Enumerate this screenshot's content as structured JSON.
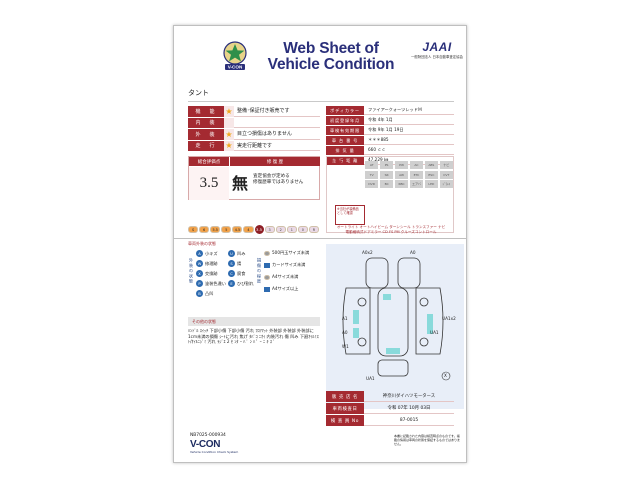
{
  "header": {
    "title_line1": "Web Sheet of",
    "title_line2": "Vehicle Condition",
    "logo_text": "V-CON",
    "org_mark": "JAAI",
    "org_sub": "一般財団法人 日本自動車査定協会"
  },
  "car_name": "タント",
  "left_rows": [
    {
      "key": "機　能",
      "value": "整備･保証付き販売です"
    },
    {
      "key": "内　装",
      "value": ""
    },
    {
      "key": "外　装",
      "value": "目立つ損傷はありません"
    },
    {
      "key": "走　行",
      "value": "実走行距離です"
    }
  ],
  "right_rows": [
    {
      "key": "ボディカラー",
      "value": "ファイアークォーツレッドＭ"
    },
    {
      "key": "初度登録年月",
      "value": "令和 4年 1月"
    },
    {
      "key": "車検有効期限",
      "value": "令和 9年 1月 19日"
    },
    {
      "key": "車 台 番 号",
      "value": "＊＊＊885"
    },
    {
      "key": "排 気 量",
      "value": "660 ｃｃ"
    },
    {
      "key": "走 行 距 離",
      "value": "47,229 ㎞"
    }
  ],
  "score": {
    "header_left": "総合評価点",
    "header_right": "修 復 歴",
    "value": "3.5",
    "repair_mark": "無",
    "repair_note_1": "査定協会が定める",
    "repair_note_2": "修復歴車ではありません"
  },
  "grades": [
    "S",
    "6",
    "5.5",
    "5",
    "4.5",
    "4",
    "3.5",
    "3",
    "2",
    "1",
    "0",
    "R"
  ],
  "grade_selected": "3.5",
  "equipment": {
    "header": "装 備 品",
    "items": [
      "AT",
      "PS",
      "PW",
      "AC",
      "ABS",
      "ナビ",
      "TV",
      "SR",
      "AW",
      "ETC",
      "ESC",
      "CVT",
      "DVD",
      "BC",
      "RBC",
      "エアバ",
      "LED",
      "ﾄﾞﾗﾚｺ"
    ],
    "box_text_1": "※当社が装備品",
    "box_text_2": "として確認",
    "line1": "オートライト オートハイビーム ターンシール トランスファー ナビ",
    "line2": "電動格納式ドアミラー CD FS PM クルーズコントロール"
  },
  "state_header": "車両外装の状態",
  "legend": {
    "side_left": "外装の状態",
    "side_right": "損傷の程度",
    "items": [
      {
        "code": "A",
        "label": "小キズ"
      },
      {
        "code": "U",
        "label": "凹み"
      },
      {
        "code": "W",
        "label": "修理跡"
      },
      {
        "code": "S",
        "label": "錆"
      },
      {
        "code": "X",
        "label": "交換跡"
      },
      {
        "code": "C",
        "label": "腐食"
      },
      {
        "code": "P",
        "label": "塗装色違い"
      },
      {
        "code": "E",
        "label": "ひび割れ"
      },
      {
        "code": "B",
        "label": "凸凹"
      }
    ],
    "sizes": [
      "500円玉サイズ未満",
      "カードサイズ未満",
      "A4サイズ未満",
      "A4サイズ以上"
    ]
  },
  "other_header": "その他の状態",
  "other_text": "ﾊﾝﾄﾞﾙ ｽｲｯﾁ 下部小傷 下部小傷 汚れ ﾌﾛｱﾏｯﾄ 外装部 外装部 外装部に1cm未満の損傷 ｼｰﾄに汚れ 焦げ ﾀﾊﾞｺ ﾆｵｲ 内装汚れ 傷 凹み 下廻ｵｲﾙﾐｽﾄ/ｵｲﾙﾆｼﾞﾐ 汚れ ﾗｼﾞｴ 2 ｾ ﾝﾀ ｰ ﾊ ﾞ ﾝ ﾊ ﾟ ｰ ﾆ ｷ ｽ ﾞ",
  "diagram_labels": {
    "top_left": "A0x2",
    "top_right": "A0",
    "left_a": "A1",
    "left_b": "A0",
    "left_c": "W1",
    "right": "UA1x2",
    "lower_right": "UA1",
    "bottom": "UA1",
    "mark": "X"
  },
  "dealer": [
    {
      "key": "販 売 店 名",
      "value": "神奈川ダイハツモータース"
    },
    {
      "key": "車両検査日",
      "value": "令和 07年 10月 03日"
    },
    {
      "key": "検 査 員 No",
      "value": "87-0015"
    }
  ],
  "footer": {
    "code": "NB7025-000934",
    "logo": "V-CON",
    "sub": "Vehicle Condition Check System",
    "note": "本書に記載された内容は検査時点のものです。掲載の情報は車両の状態を保証するものではありません。"
  },
  "colors": {
    "accent": "#a42a31",
    "title_blue": "#2a2f7a",
    "grade_hot": "#f2a24a",
    "diagram_bg": "#e8eef8",
    "highlight": "#7fd8d8"
  }
}
